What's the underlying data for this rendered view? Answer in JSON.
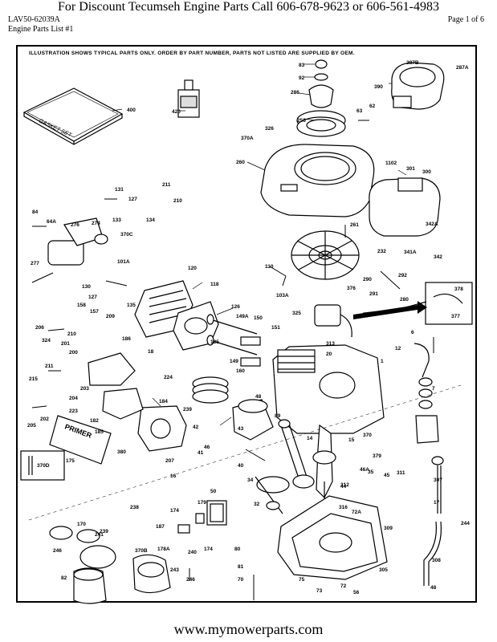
{
  "header": {
    "title": "For  Discount Tecumseh Engine Parts Call 606-678-9623 or 606-561-4983",
    "model": "LAV50-62039A",
    "list": "Engine Parts List #1",
    "page": "Page 1 of 6"
  },
  "caption": "ILLUSTRATION SHOWS TYPICAL PARTS ONLY. ORDER BY PART NUMBER, PARTS NOT LISTED ARE SUPPLIED BY OEM.",
  "gasket_set_label": "GASKET SET",
  "primer_label": "PRIMER",
  "part_labels": [
    "83",
    "92",
    "286",
    "256",
    "390",
    "287B",
    "287A",
    "400",
    "420",
    "63",
    "62",
    "326",
    "370A",
    "260",
    "1102",
    "301",
    "300",
    "131",
    "127",
    "211",
    "210",
    "84",
    "64A",
    "276",
    "274",
    "133",
    "134",
    "370C",
    "261",
    "342A",
    "341A",
    "342",
    "277",
    "101A",
    "120",
    "110",
    "232",
    "290",
    "118",
    "291",
    "292",
    "280",
    "378",
    "377",
    "130",
    "127",
    "135",
    "103A",
    "376",
    "325",
    "126",
    "149A",
    "150",
    "151",
    "6",
    "12",
    "1",
    "313",
    "20",
    "206",
    "324",
    "201",
    "186",
    "158",
    "157",
    "209",
    "18",
    "125",
    "149",
    "160",
    "210",
    "200",
    "211",
    "215",
    "203",
    "204",
    "224",
    "7",
    "205",
    "202",
    "223",
    "182",
    "185",
    "184",
    "239",
    "42",
    "41",
    "43",
    "48",
    "89",
    "14",
    "15",
    "370",
    "379",
    "370D",
    "175",
    "380",
    "207",
    "46",
    "45",
    "46A",
    "311",
    "35",
    "44",
    "316",
    "307",
    "17",
    "16",
    "50",
    "32",
    "312",
    "72A",
    "309",
    "244",
    "238",
    "241",
    "239",
    "170",
    "179",
    "174",
    "187",
    "246",
    "370B",
    "178A",
    "174",
    "240",
    "243",
    "246",
    "82",
    "80",
    "81",
    "70",
    "75",
    "73",
    "72",
    "56",
    "305",
    "308",
    "48",
    "40",
    "34"
  ]
}
